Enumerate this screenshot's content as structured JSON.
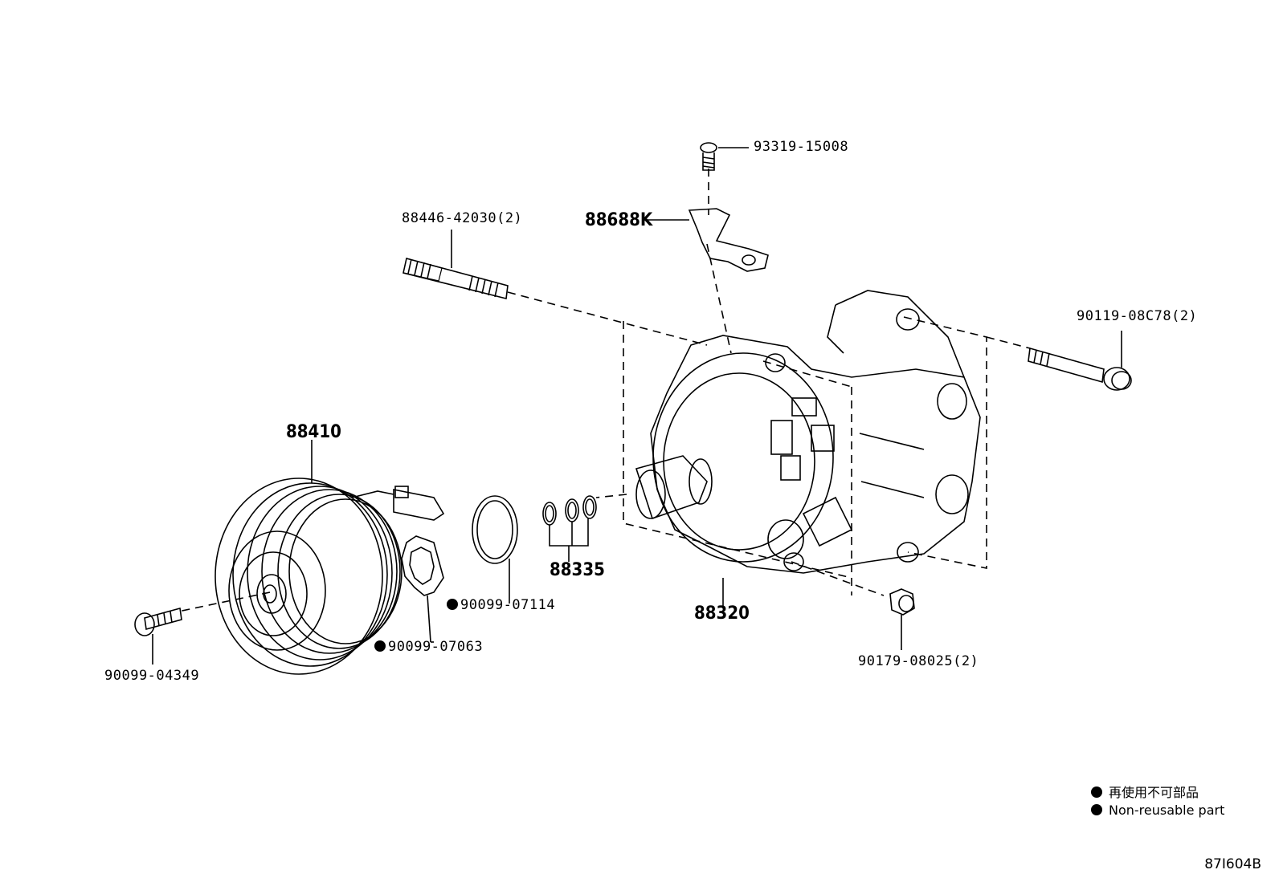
{
  "parts": {
    "screw_top": "93319-15008",
    "bracket": "88688K",
    "stud": "88446-42030(2)",
    "bolt_right": "90119-08C78(2)",
    "clutch": "88410",
    "compressor": "88320",
    "orings": "88335",
    "snapring": "90099-07114",
    "shim": "90099-07063",
    "bolt_left": "90099-04349",
    "nut": "90179-08025(2)"
  },
  "legend": {
    "jp": "再使用不可部品",
    "en": "Non-reusable part"
  },
  "figure_id": "87I604B",
  "colors": {
    "line": "#000000",
    "background": "#ffffff"
  }
}
